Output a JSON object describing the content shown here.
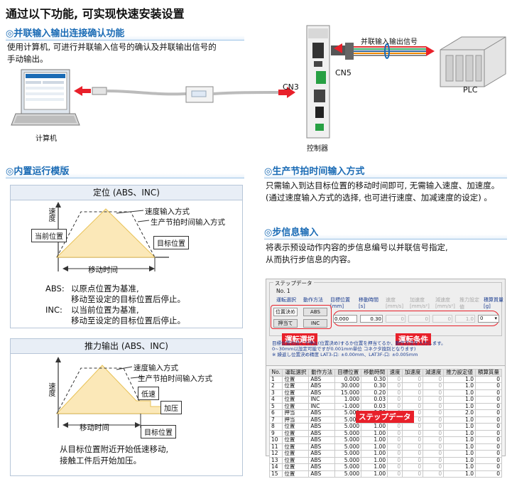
{
  "title": "通过以下功能, 可实现快速安装设置",
  "sec1": {
    "head": "◎并联输入输出连接确认功能",
    "desc1": "使用计算机, 可进行并联输入信号的确认及并联输出信号的",
    "desc2": "手动输出。",
    "parallel_signal": "并联输入输出信号",
    "cn5": "CN5",
    "cn3": "CN3",
    "plc": "PLC",
    "computer": "计算机",
    "controller": "控制器"
  },
  "sec2": {
    "head": "◎内置运行模版",
    "panel1": {
      "title": "定位 (ABS、INC)",
      "speed_axis": "速度",
      "speed_input": "速度输入方式",
      "takt_input": "生产节拍时间输入方式",
      "current_pos": "当前位置",
      "target_pos": "目标位置",
      "move_time": "移动时间",
      "abs_key": "ABS:",
      "abs_l1": "以原点位置为基准,",
      "abs_l2": "移动至设定的目标位置后停止。",
      "inc_key": "INC:",
      "inc_l1": "以当前位置为基准,",
      "inc_l2": "移动至设定的目标位置后停止。"
    },
    "panel2": {
      "title": "推力输出 (ABS、INC)",
      "speed_axis": "速度",
      "speed_input": "速度输入方式",
      "takt_input": "生产节拍时间输入方式",
      "low_speed": "低速",
      "push": "加压",
      "move_time": "移动时间",
      "target_pos": "目标位置",
      "note1": "从目标位置附近开始低速移动,",
      "note2": "接触工件后开始加压。"
    }
  },
  "sec3": {
    "head": "◎生产节拍时间输入方式",
    "l1": "只需输入到达目标位置的移动时间即可, 无需输入速度、加速度。",
    "l2": "(通过速度输入方式的选择, 也可进行速度、加减速度的设定) 。"
  },
  "sec4": {
    "head": "◎步信息输入",
    "l1": "将表示预设动作内容的步信息编号以并联信号指定,",
    "l2": "从而执行步信息的内容。"
  },
  "software": {
    "group_title": "ステップデータ",
    "no_label": "No.  1",
    "hdr": [
      "運転選択",
      "動作方法",
      "目標位置\n[mm]",
      "移動時間\n[s]",
      "速度\n[mm/s]",
      "加速度\n[mm/s²]",
      "減速度\n[mm/s²]",
      "推力設定値",
      "積算質量\n[g]"
    ],
    "btn_positioning": "位置決め",
    "btn_abs": "ABS",
    "btn_push": "押当て",
    "btn_inc": "INC",
    "val_target": "0.000",
    "val_time": "0.30",
    "val_speed": "0",
    "val_acc": "0",
    "val_dec": "0",
    "val_force": "1.0",
    "val_mass": "0",
    "note_l1": "目標位置の近くで停止(位置決め)するか位置を押当てるか、動作方法を入力します。",
    "note_l2": "0~30mm以設定可能ですが0.001mm単位 コネクタ換別となります)",
    "note_l3": "※ 繰返し位置決め精度  LAT3-口: ±0.00mm、LAT3F-口: ±0.005mm",
    "tag_op": "運転選択",
    "tag_cond": "運転条件",
    "tag_step": "ステップデータ",
    "table_headers": [
      "No.",
      "運転選択",
      "動作方法",
      "目標位置",
      "移動時間",
      "速度",
      "加速度",
      "減速度",
      "推力設定値",
      "積算質量"
    ],
    "rows": [
      [
        "1",
        "位置",
        "ABS",
        "0.000",
        "0.30",
        "0",
        "0",
        "0",
        "1.0",
        "0"
      ],
      [
        "2",
        "位置",
        "ABS",
        "30.000",
        "0.30",
        "0",
        "0",
        "0",
        "1.0",
        "0"
      ],
      [
        "3",
        "位置",
        "ABS",
        "15.000",
        "0.20",
        "0",
        "0",
        "0",
        "1.0",
        "0"
      ],
      [
        "4",
        "位置",
        "INC",
        "1.000",
        "0.03",
        "0",
        "0",
        "0",
        "1.0",
        "0"
      ],
      [
        "5",
        "位置",
        "INC",
        "-1.000",
        "0.03",
        "0",
        "0",
        "0",
        "1.0",
        "0"
      ],
      [
        "6",
        "押当",
        "ABS",
        "5.000",
        "0.70",
        "0",
        "0",
        "0",
        "2.0",
        "0"
      ],
      [
        "7",
        "押当",
        "ABS",
        "5.000",
        "0.70",
        "0",
        "0",
        "0",
        "1.0",
        "0"
      ],
      [
        "8",
        "位置",
        "ABS",
        "5.000",
        "1.00",
        "0",
        "0",
        "0",
        "1.0",
        "0"
      ],
      [
        "9",
        "位置",
        "ABS",
        "5.000",
        "1.00",
        "0",
        "0",
        "0",
        "1.0",
        "0"
      ],
      [
        "10",
        "位置",
        "ABS",
        "5.000",
        "1.00",
        "0",
        "0",
        "0",
        "1.0",
        "0"
      ],
      [
        "11",
        "位置",
        "ABS",
        "5.000",
        "1.00",
        "0",
        "0",
        "0",
        "1.0",
        "0"
      ],
      [
        "12",
        "位置",
        "ABS",
        "5.000",
        "1.00",
        "0",
        "0",
        "0",
        "1.0",
        "0"
      ],
      [
        "13",
        "位置",
        "ABS",
        "5.000",
        "1.00",
        "0",
        "0",
        "0",
        "1.0",
        "0"
      ],
      [
        "14",
        "位置",
        "ABS",
        "5.000",
        "1.00",
        "0",
        "0",
        "0",
        "1.0",
        "0"
      ],
      [
        "15",
        "位置",
        "ABS",
        "5.000",
        "1.00",
        "0",
        "0",
        "0",
        "1.0",
        "0"
      ]
    ]
  },
  "colors": {
    "accent": "#1a6bb5",
    "red": "#e8202a",
    "fill": "#fbe8b8",
    "fill_dark": "#e8c257"
  }
}
